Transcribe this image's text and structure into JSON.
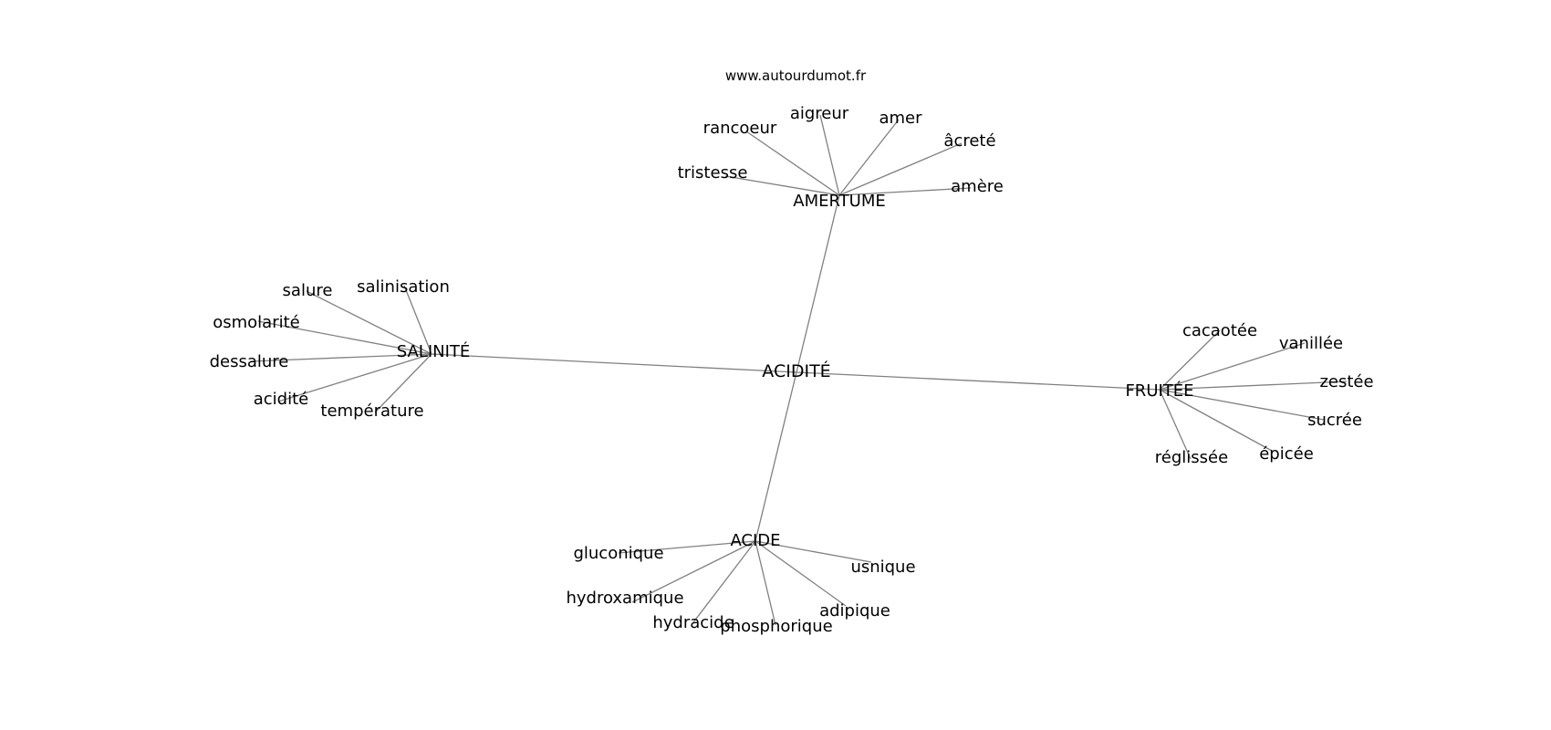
{
  "source": "www.autourdumot.fr",
  "center": {
    "label": "ACIDITÉ"
  },
  "groups": [
    {
      "hub": "AMERTUME",
      "leaves": [
        "tristesse",
        "rancoeur",
        "aigreur",
        "amer",
        "âcreté",
        "amère"
      ]
    },
    {
      "hub": "SALINITÉ",
      "leaves": [
        "salure",
        "salinisation",
        "osmolarité",
        "dessalure",
        "acidité",
        "température"
      ]
    },
    {
      "hub": "FRUITÉE",
      "leaves": [
        "cacaotée",
        "vanillée",
        "zestée",
        "sucrée",
        "épicée",
        "réglissée"
      ]
    },
    {
      "hub": "ACIDE",
      "leaves": [
        "gluconique",
        "hydroxamique",
        "hydracide",
        "phosphorique",
        "adipique",
        "usnique"
      ]
    }
  ]
}
